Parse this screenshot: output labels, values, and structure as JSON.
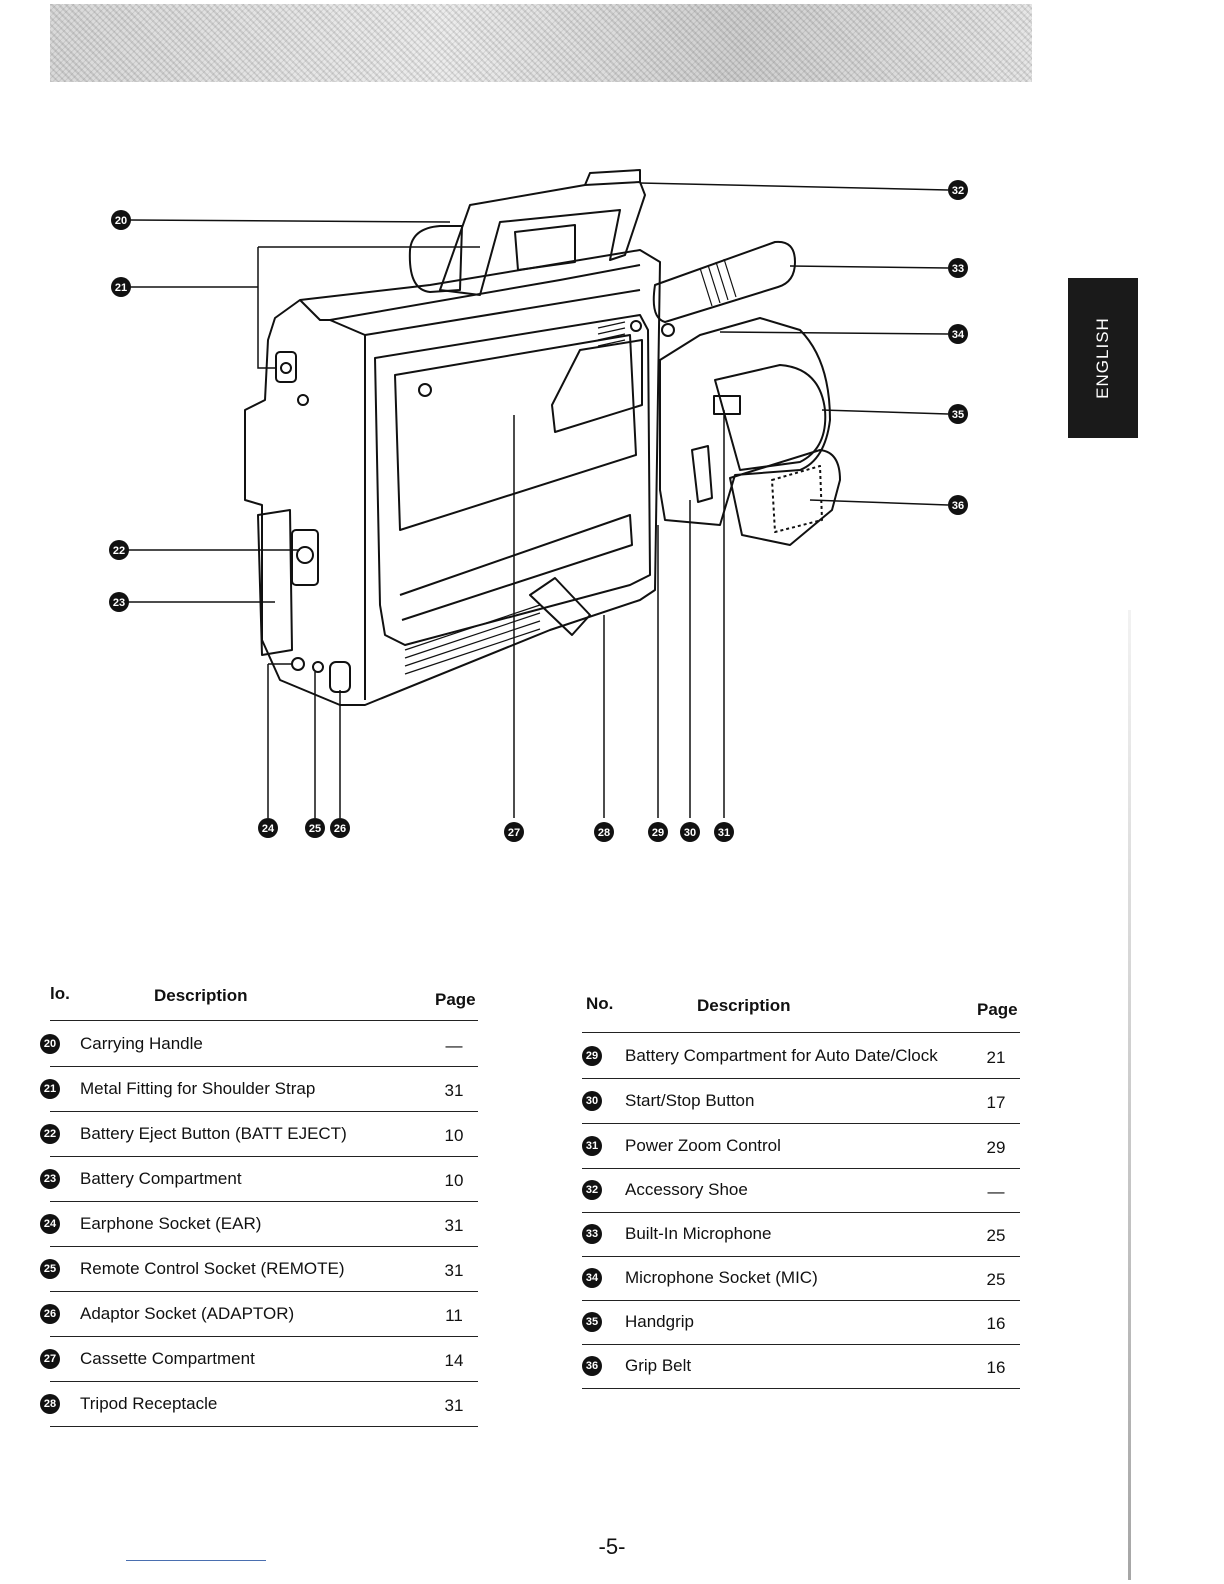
{
  "sidebar": {
    "language_tab": "ENGLISH"
  },
  "diagram": {
    "callouts": [
      "20",
      "21",
      "22",
      "23",
      "24",
      "25",
      "26",
      "27",
      "28",
      "29",
      "30",
      "31",
      "32",
      "33",
      "34",
      "35",
      "36"
    ]
  },
  "tables": {
    "left": {
      "headers": {
        "no": "lo.",
        "description": "Description",
        "page": "Page"
      },
      "rows": [
        {
          "no": "20",
          "description": "Carrying Handle",
          "page": "—"
        },
        {
          "no": "21",
          "description": "Metal Fitting for Shoulder Strap",
          "page": "31"
        },
        {
          "no": "22",
          "description": "Battery Eject Button (BATT EJECT)",
          "page": "10"
        },
        {
          "no": "23",
          "description": "Battery Compartment",
          "page": "10"
        },
        {
          "no": "24",
          "description": "Earphone Socket (EAR)",
          "page": "31"
        },
        {
          "no": "25",
          "description": "Remote Control Socket (REMOTE)",
          "page": "31"
        },
        {
          "no": "26",
          "description": "Adaptor Socket (ADAPTOR)",
          "page": "11"
        },
        {
          "no": "27",
          "description": "Cassette Compartment",
          "page": "14"
        },
        {
          "no": "28",
          "description": "Tripod Receptacle",
          "page": "31"
        }
      ]
    },
    "right": {
      "headers": {
        "no": "No.",
        "description": "Description",
        "page": "Page"
      },
      "rows": [
        {
          "no": "29",
          "description": "Battery Compartment for Auto Date/Clock",
          "page": "21"
        },
        {
          "no": "30",
          "description": "Start/Stop Button",
          "page": "17"
        },
        {
          "no": "31",
          "description": "Power Zoom Control",
          "page": "29"
        },
        {
          "no": "32",
          "description": "Accessory Shoe",
          "page": "—"
        },
        {
          "no": "33",
          "description": "Built-In Microphone",
          "page": "25"
        },
        {
          "no": "34",
          "description": "Microphone Socket (MIC)",
          "page": "25"
        },
        {
          "no": "35",
          "description": "Handgrip",
          "page": "16"
        },
        {
          "no": "36",
          "description": "Grip Belt",
          "page": "16"
        }
      ]
    }
  },
  "footer": {
    "page_number": "-5-"
  }
}
